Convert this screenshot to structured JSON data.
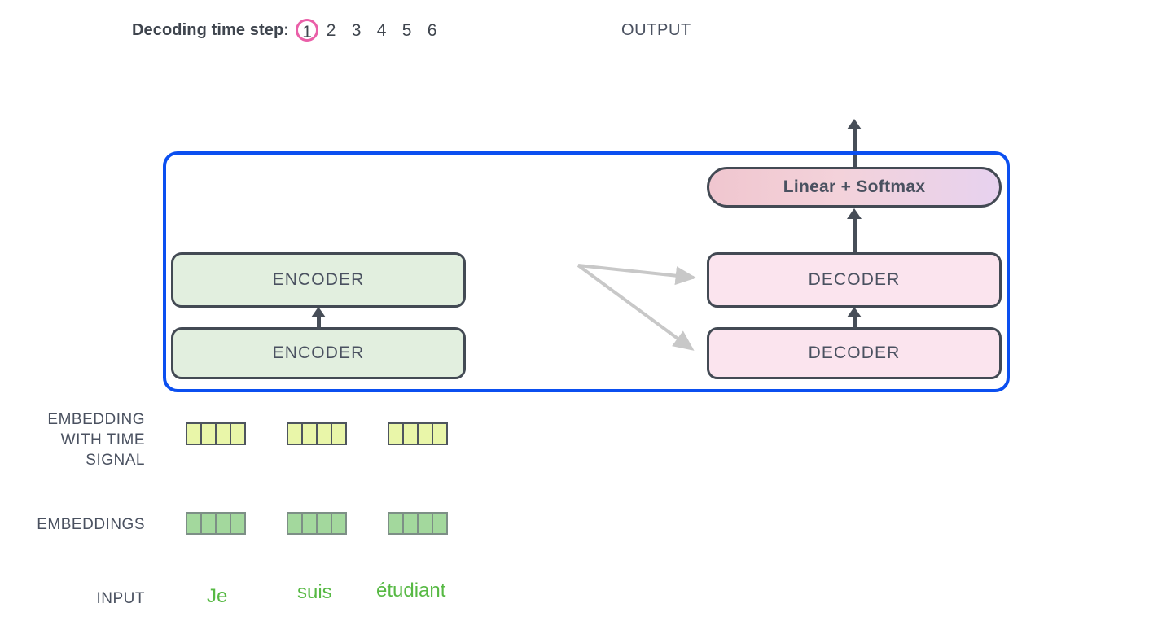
{
  "header": {
    "timestep_label": "Decoding time step:",
    "steps": [
      "1",
      "2",
      "3",
      "4",
      "5",
      "6"
    ],
    "active_step": "1",
    "active_step_index": 0,
    "output_label": "OUTPUT",
    "active_ring_color": "#ea5fa8",
    "label_color": "#3f454e"
  },
  "model": {
    "container_border_color": "#0b4ff0",
    "encoder_stack": [
      {
        "label": "ENCODER",
        "position": "top"
      },
      {
        "label": "ENCODER",
        "position": "bottom"
      }
    ],
    "decoder_stack": [
      {
        "label": "DECODER",
        "position": "top"
      },
      {
        "label": "DECODER",
        "position": "bottom"
      }
    ],
    "softmax": {
      "label": "Linear + Softmax"
    },
    "encoder_fill": "#e2efdf",
    "decoder_fill": "#fbe4ee",
    "block_border_color": "#434a54",
    "arrow_color": "#474e58",
    "cross_attention_arrow_color": "#c8c8c8"
  },
  "rows": {
    "embedding_time_label": "EMBEDDING\nWITH TIME\nSIGNAL",
    "embedding_time_label_lines": [
      "EMBEDDING",
      "WITH TIME",
      "SIGNAL"
    ],
    "embeddings_label": "EMBEDDINGS",
    "input_label": "INPUT",
    "cells_per_vector": 4,
    "time_signal_color": "#e9f6a9",
    "embedding_color": "#a3d89d",
    "tokens": [
      "Je",
      "suis",
      "étudiant"
    ],
    "token_color": "#57b944"
  }
}
